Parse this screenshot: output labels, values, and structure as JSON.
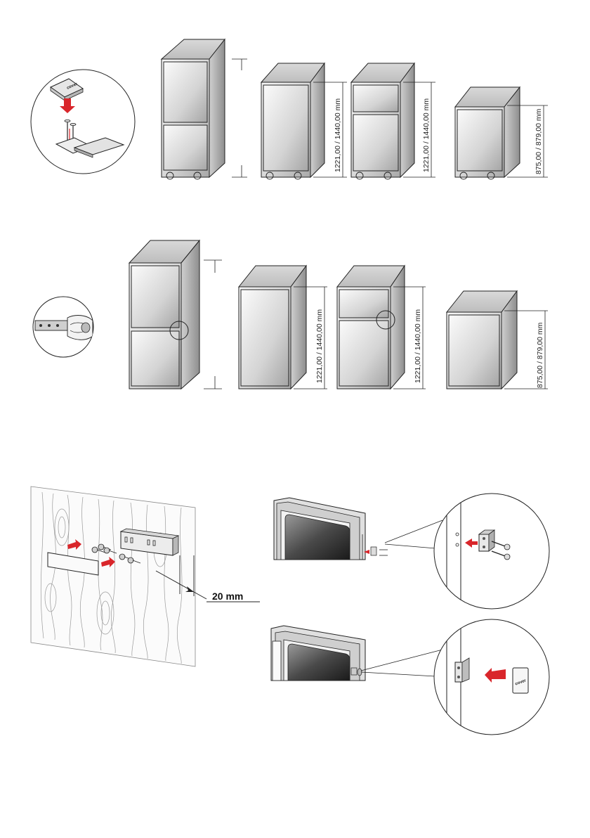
{
  "dimensions": {
    "tall_label_1": "1221,00 / 1440,00 mm",
    "tall_label_2": "1221,00 / 1440,00 mm",
    "short_label_1": "875,00 / 879,00 mm",
    "tall_label_3": "1221,00 / 1440,00 mm",
    "tall_label_4": "1221,00 / 1440,00 mm",
    "short_label_2": "875,00 / 879,00 mm"
  },
  "mounting": {
    "gap_label": "20 mm",
    "logo_text": "cover"
  },
  "colors": {
    "arrow": "#d9262b",
    "line": "#222222",
    "panel_light": "#f4f4f4",
    "panel_dark": "#b9b9b9"
  }
}
